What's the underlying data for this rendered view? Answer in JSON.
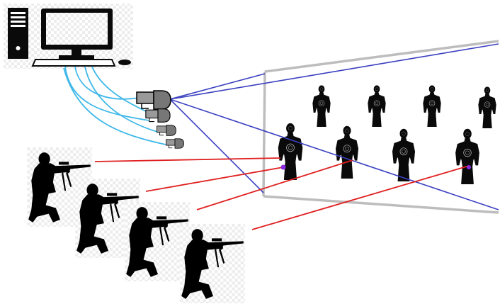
{
  "diagram": {
    "nodes": [
      {
        "id": "computer",
        "icon": "desktop-computer-icon"
      },
      {
        "id": "camera-1",
        "icon": "camera-icon"
      },
      {
        "id": "camera-2",
        "icon": "camera-icon"
      },
      {
        "id": "camera-3",
        "icon": "camera-icon"
      },
      {
        "id": "camera-4",
        "icon": "camera-icon"
      },
      {
        "id": "shooter-1",
        "icon": "kneeling-rifleman-icon"
      },
      {
        "id": "shooter-2",
        "icon": "kneeling-rifleman-icon"
      },
      {
        "id": "shooter-3",
        "icon": "kneeling-rifleman-icon"
      },
      {
        "id": "shooter-4",
        "icon": "kneeling-rifleman-icon"
      },
      {
        "id": "target-back-1",
        "icon": "silhouette-target-icon"
      },
      {
        "id": "target-back-2",
        "icon": "silhouette-target-icon"
      },
      {
        "id": "target-back-3",
        "icon": "silhouette-target-icon"
      },
      {
        "id": "target-back-4",
        "icon": "silhouette-target-icon"
      },
      {
        "id": "target-front-1",
        "icon": "silhouette-target-icon"
      },
      {
        "id": "target-front-2",
        "icon": "silhouette-target-icon"
      },
      {
        "id": "target-front-3",
        "icon": "silhouette-target-icon"
      },
      {
        "id": "target-front-4",
        "icon": "silhouette-target-icon"
      }
    ],
    "edges": [
      {
        "from": "computer",
        "to": "camera-1",
        "kind": "cable"
      },
      {
        "from": "computer",
        "to": "camera-2",
        "kind": "cable"
      },
      {
        "from": "computer",
        "to": "camera-3",
        "kind": "cable"
      },
      {
        "from": "computer",
        "to": "camera-4",
        "kind": "cable"
      },
      {
        "from": "shooter-1",
        "to": "target-front-1",
        "kind": "laser-shot"
      },
      {
        "from": "shooter-2",
        "to": "target-front-1",
        "kind": "laser-shot"
      },
      {
        "from": "shooter-3",
        "to": "target-front-2",
        "kind": "laser-shot"
      },
      {
        "from": "shooter-4",
        "to": "target-front-4",
        "kind": "laser-shot"
      },
      {
        "from": "camera-1",
        "to": "target-area",
        "kind": "camera-view"
      }
    ],
    "colors": {
      "cable": "#3fb8e8",
      "laser": "#e02020",
      "camera_view": "#3a3fc0",
      "frame": "#bdbdbd",
      "silhouette": "#0a0a0a",
      "hit_mark": "#8a2be2"
    }
  }
}
